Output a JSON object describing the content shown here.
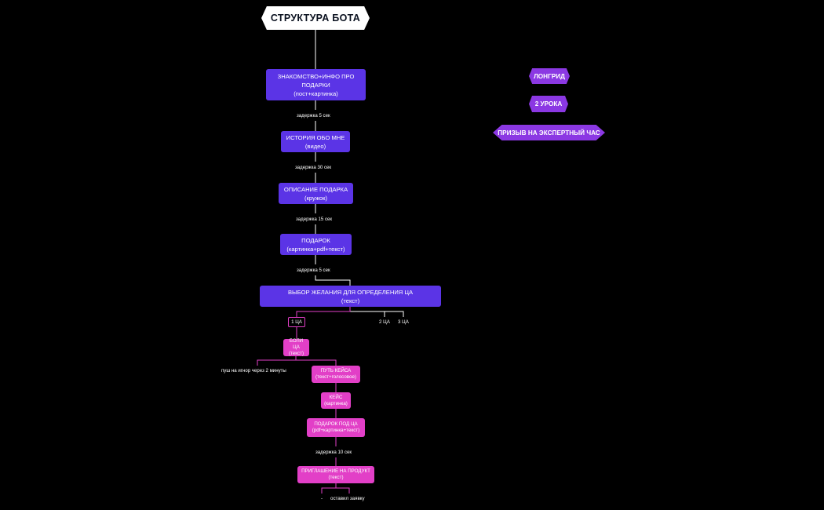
{
  "title": "СТРУКТУРА БОТА",
  "main_flow": [
    {
      "line1": "ЗНАКОМСТВО+ИНФО ПРО",
      "line2": "ПОДАРКИ",
      "line3": "(пост+картинка)"
    },
    {
      "line1": "ИСТОРИЯ ОБО МНЕ",
      "line2": "(видео)"
    },
    {
      "line1": "ОПИСАНИЕ ПОДАРКА",
      "line2": "(кружок)"
    },
    {
      "line1": "ПОДАРОК",
      "line2": "(картинка+pdf+текст)"
    },
    {
      "line1": "ВЫБОР ЖЕЛАНИЯ ДЛЯ ОПРЕДЕЛЕНИЯ ЦА",
      "line2": "(текст)"
    }
  ],
  "delays": [
    "задержка 5 сек",
    "задержка 30 сек",
    "задержка 15 сек",
    "задержка 5 сек",
    "задержка 10 сек"
  ],
  "ca_options": [
    "1 ЦА",
    "2 ЦА",
    "3 ЦА"
  ],
  "ca_flow": [
    {
      "line1": "БОЛИ ЦА",
      "line2": "(текст)"
    },
    {
      "line1": "ПУТЬ КЕЙСА",
      "line2": "(текст+голосовое)"
    },
    {
      "line1": "КЕЙС",
      "line2": "(картинка)"
    },
    {
      "line1": "ПОДАРОК ПОД ЦА",
      "line2": "(pdf+картинка+текст)"
    },
    {
      "line1": "ПРИГЛАШЕНИЕ НА ПРОДУКТ",
      "line2": "(текст)"
    }
  ],
  "push_label": "пуш на игнор через 2 минуты",
  "final_options": [
    "-",
    "оставил заявку"
  ],
  "side_items": [
    "ЛОНГРИД",
    "2 УРОКА",
    "ПРИЗЫВ НА ЭКСПЕРТНЫЙ ЧАС"
  ],
  "colors": {
    "main": "#5b34e6",
    "ca": "#e23fc7",
    "side": "#8b38e3",
    "title_bg": "#ffffff"
  }
}
